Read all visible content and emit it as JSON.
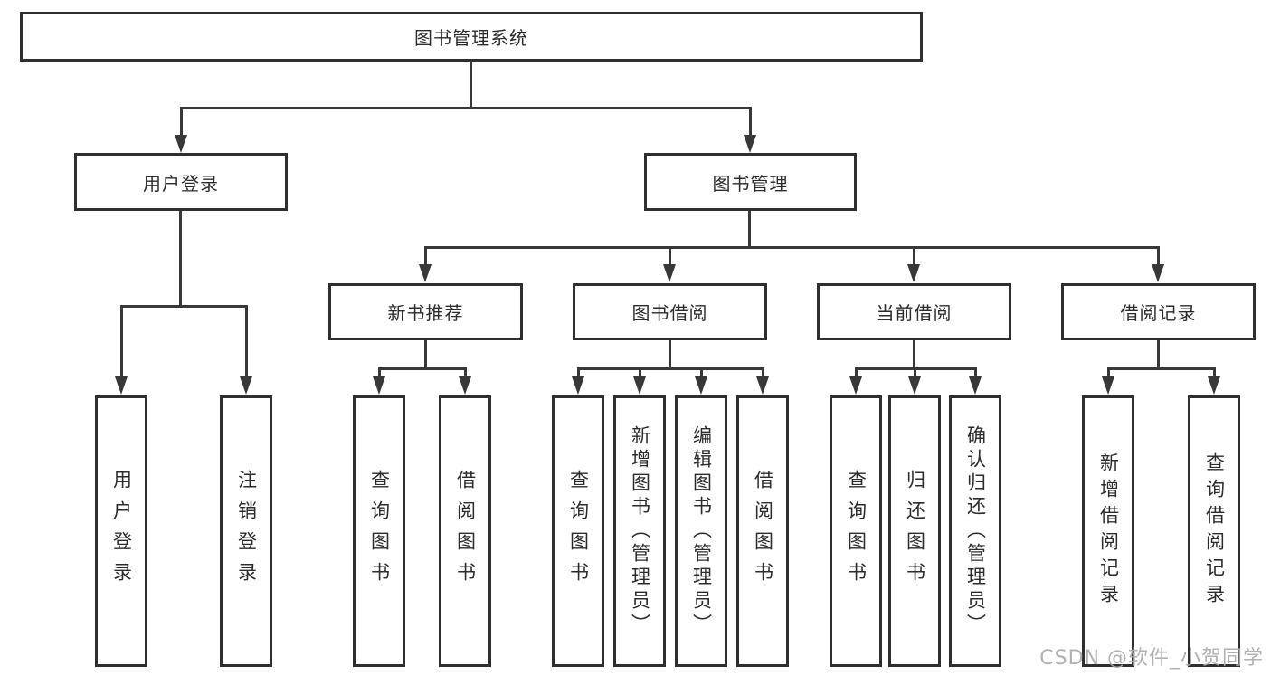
{
  "tree": {
    "label": "图书管理系统",
    "children": [
      {
        "label": "用户登录",
        "children": [
          {
            "label": "用户登录"
          },
          {
            "label": "注销登录"
          }
        ]
      },
      {
        "label": "图书管理",
        "children": [
          {
            "label": "新书推荐",
            "children": [
              {
                "label": "查询图书"
              },
              {
                "label": "借阅图书"
              }
            ]
          },
          {
            "label": "图书借阅",
            "children": [
              {
                "label": "查询图书"
              },
              {
                "label": "新增图书（管理员）"
              },
              {
                "label": "编辑图书（管理员）"
              },
              {
                "label": "借阅图书"
              }
            ]
          },
          {
            "label": "当前借阅",
            "children": [
              {
                "label": "查询图书"
              },
              {
                "label": "归还图书"
              },
              {
                "label": "确认归还（管理员）"
              }
            ]
          },
          {
            "label": "借阅记录",
            "children": [
              {
                "label": "新增借阅记录"
              },
              {
                "label": "查询借阅记录"
              }
            ]
          }
        ]
      }
    ]
  },
  "watermark": "CSDN @软件_小贺同学",
  "colors": {
    "line": "#383838",
    "box_border": "#2f2f2f",
    "text": "#2b2b2b",
    "watermark": "#ababab",
    "background": "#ffffff"
  }
}
